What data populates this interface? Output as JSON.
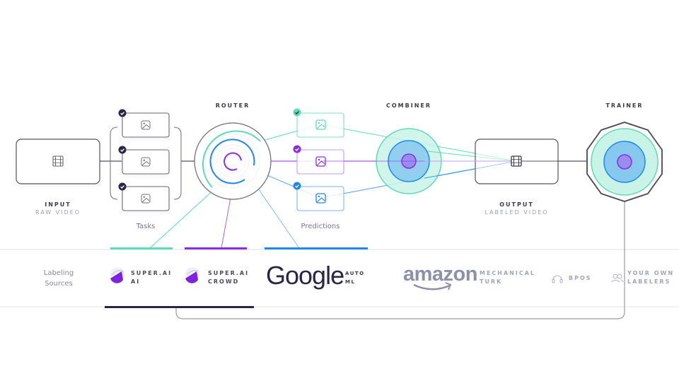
{
  "stages": {
    "input": {
      "title": "INPUT",
      "subtitle": "RAW VIDEO",
      "icon": "film-icon"
    },
    "router": {
      "title": "ROUTER"
    },
    "combiner": {
      "title": "COMBINER"
    },
    "output": {
      "title": "OUTPUT",
      "subtitle": "LABELED VIDEO",
      "icon": "film-icon"
    },
    "trainer": {
      "title": "TRAINER"
    }
  },
  "tasks": {
    "caption": "Tasks",
    "count": 3,
    "icon": "image-icon",
    "check_icon": "check-circle-icon"
  },
  "predictions": {
    "caption": "Predictions",
    "count": 3,
    "icon": "image-icon"
  },
  "labeling_sources": {
    "label_line1": "Labeling",
    "label_line2": "Sources",
    "items": [
      {
        "name": "super-ai-ai",
        "line1": "SUPER.AI",
        "line2": "AI",
        "bar_color": "#5ddbb4"
      },
      {
        "name": "super-ai-crowd",
        "line1": "SUPER.AI",
        "line2": "CROWD",
        "bar_color": "#8a2be8"
      },
      {
        "name": "google-automl",
        "logo": "Google",
        "line1": "AUTO",
        "line2": "ML",
        "bar_color": "#1e88f0"
      },
      {
        "name": "amazon-mturk",
        "logo": "amazon",
        "line1": "MECHANICAL",
        "line2": "TURK"
      },
      {
        "name": "bpos",
        "line1": "BPOS",
        "icon": "headset-icon"
      },
      {
        "name": "your-own-labelers",
        "line1": "YOUR OWN",
        "line2": "LABELERS",
        "icon": "users-icon"
      }
    ]
  },
  "colors": {
    "teal": "#5ddbb4",
    "teal_fill": "#c9f3e6",
    "blue": "#1e88f0",
    "blue_fill": "#87c8ee",
    "purple": "#8a2be8",
    "purple_fill": "#9b8cf0",
    "dark": "#2b2448",
    "gray_line": "#555566",
    "muted": "#9a9cb4"
  }
}
